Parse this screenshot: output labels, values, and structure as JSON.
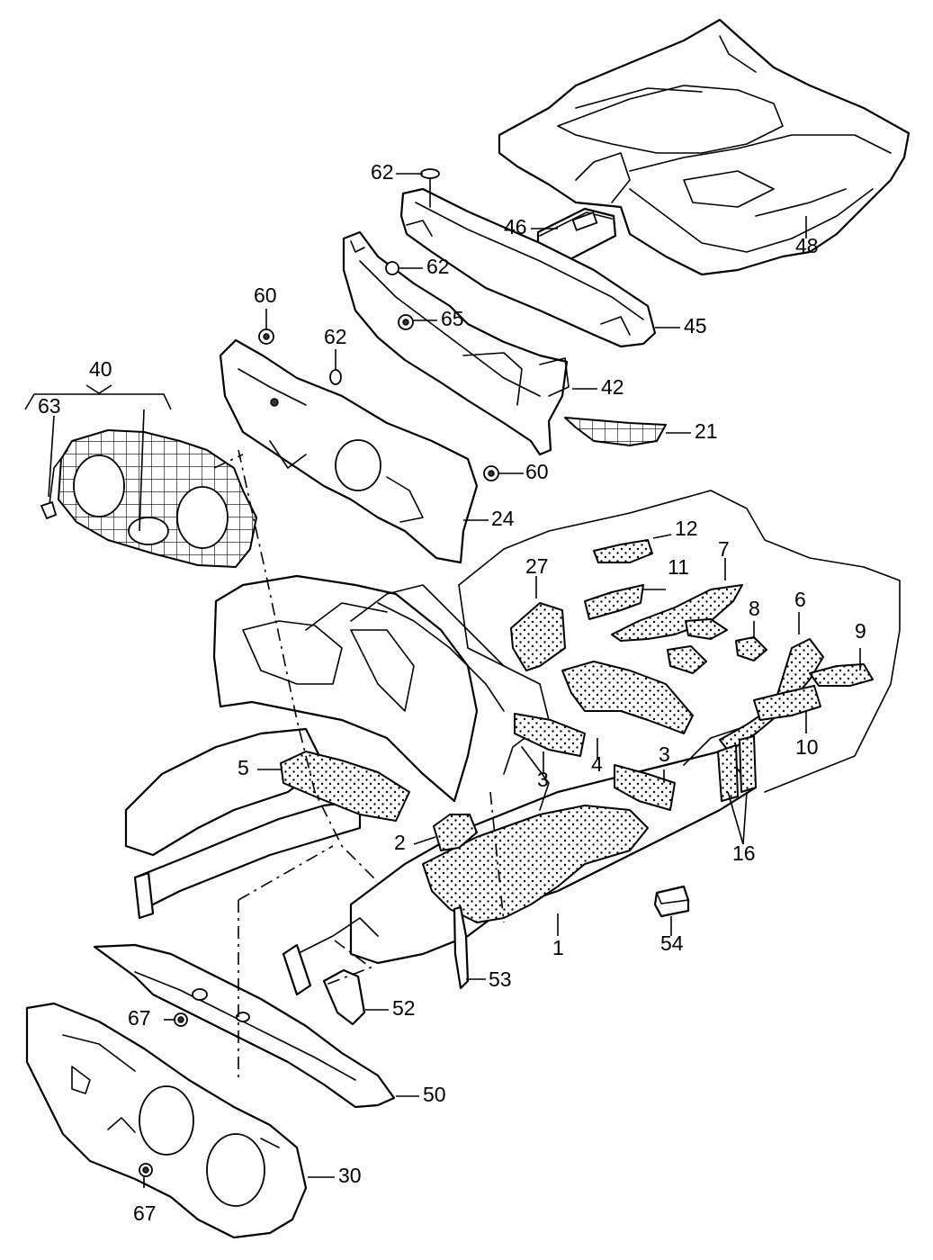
{
  "figure": {
    "type": "exploded-parts-diagram",
    "subject": "vehicle body sound insulation and floor mats",
    "callouts": [
      {
        "id": "c1",
        "label": "1"
      },
      {
        "id": "c2",
        "label": "2"
      },
      {
        "id": "c3a",
        "label": "3"
      },
      {
        "id": "c3b",
        "label": "3"
      },
      {
        "id": "c4",
        "label": "4"
      },
      {
        "id": "c5",
        "label": "5"
      },
      {
        "id": "c6",
        "label": "6"
      },
      {
        "id": "c7",
        "label": "7"
      },
      {
        "id": "c8",
        "label": "8"
      },
      {
        "id": "c9",
        "label": "9"
      },
      {
        "id": "c10",
        "label": "10"
      },
      {
        "id": "c11",
        "label": "11"
      },
      {
        "id": "c12",
        "label": "12"
      },
      {
        "id": "c16",
        "label": "16"
      },
      {
        "id": "c21",
        "label": "21"
      },
      {
        "id": "c24",
        "label": "24"
      },
      {
        "id": "c27",
        "label": "27"
      },
      {
        "id": "c30",
        "label": "30"
      },
      {
        "id": "c40",
        "label": "40"
      },
      {
        "id": "c42",
        "label": "42"
      },
      {
        "id": "c45",
        "label": "45"
      },
      {
        "id": "c46",
        "label": "46"
      },
      {
        "id": "c48",
        "label": "48"
      },
      {
        "id": "c50",
        "label": "50"
      },
      {
        "id": "c52",
        "label": "52"
      },
      {
        "id": "c53",
        "label": "53"
      },
      {
        "id": "c54",
        "label": "54"
      },
      {
        "id": "c60a",
        "label": "60"
      },
      {
        "id": "c60b",
        "label": "60"
      },
      {
        "id": "c62a",
        "label": "62"
      },
      {
        "id": "c62b",
        "label": "62"
      },
      {
        "id": "c62c",
        "label": "62"
      },
      {
        "id": "c63",
        "label": "63"
      },
      {
        "id": "c65",
        "label": "65"
      },
      {
        "id": "c67a",
        "label": "67"
      },
      {
        "id": "c67b",
        "label": "67"
      }
    ]
  }
}
